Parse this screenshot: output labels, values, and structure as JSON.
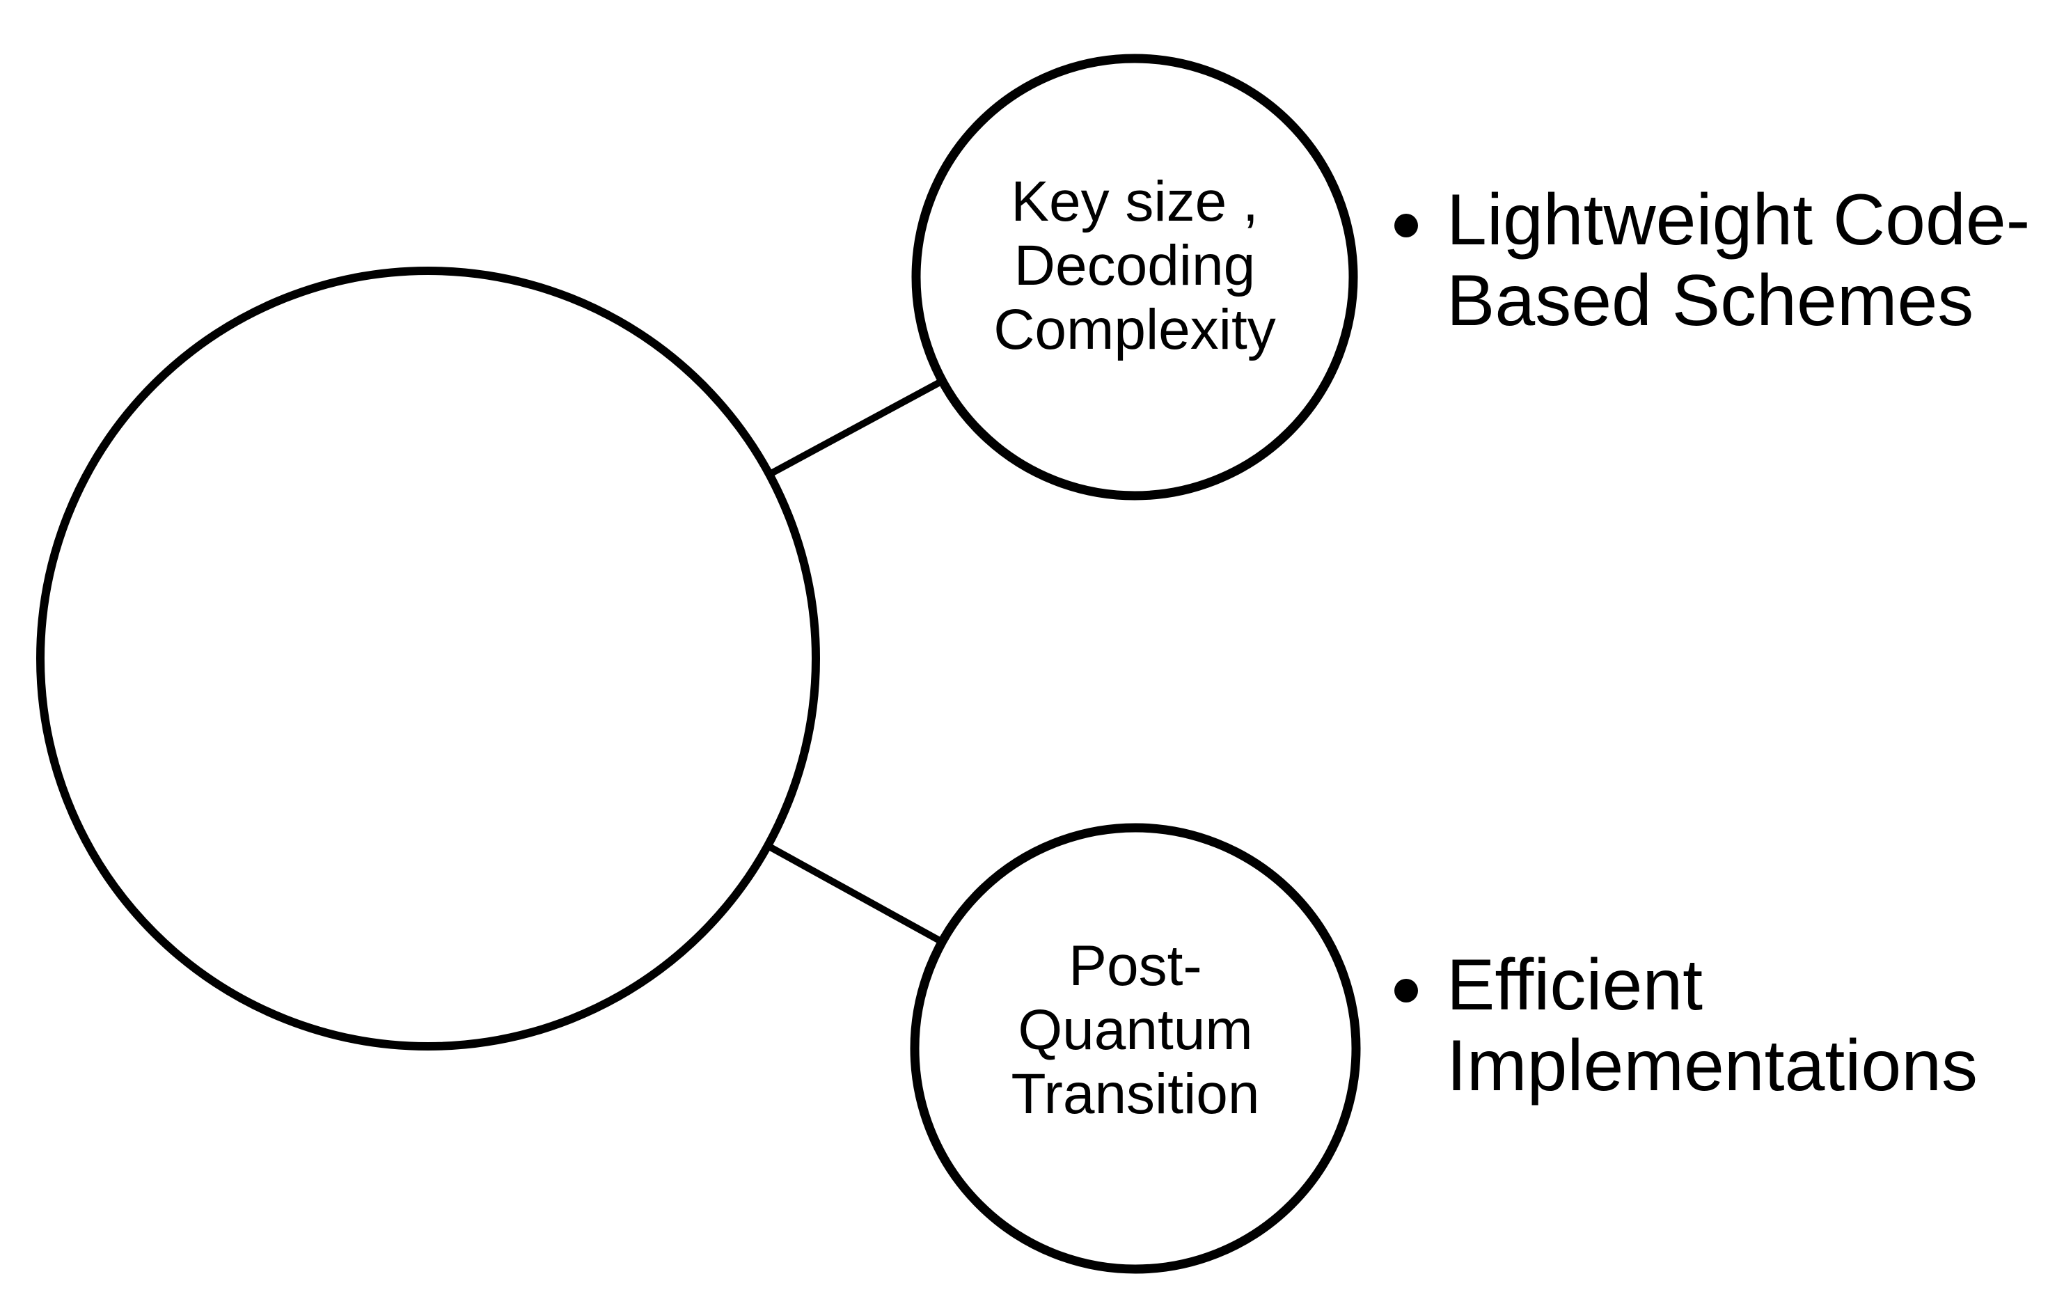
{
  "diagram": {
    "type": "radial-diagram",
    "background_color": "#ffffff",
    "stroke_color": "#000000",
    "text_color": "#000000",
    "main_node": {
      "label": ""
    },
    "nodes": [
      {
        "id": "top",
        "label_lines": "Key size ,\nDecoding\nComplexity",
        "bullet_lines": "Lightweight Code-\nBased Schemes"
      },
      {
        "id": "bottom",
        "label_lines": "Post-\nQuantum\nTransition",
        "bullet_lines": "Efficient\nImplementations"
      }
    ]
  }
}
